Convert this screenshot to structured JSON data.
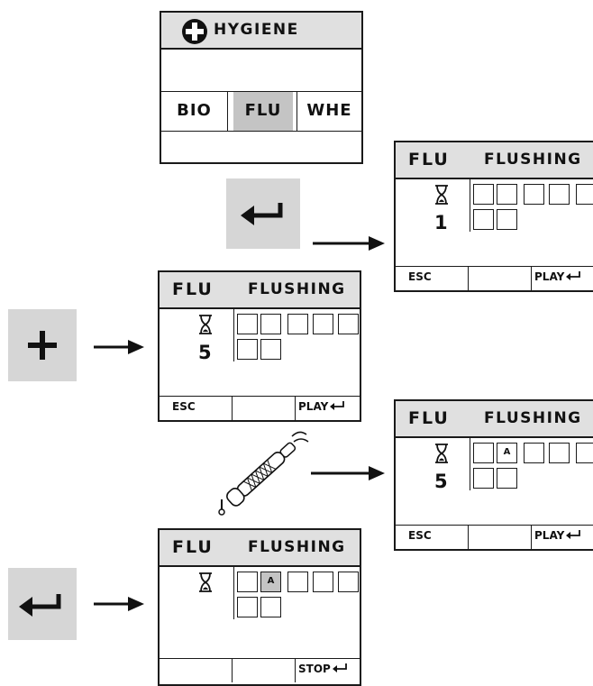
{
  "menu": {
    "title": "HYGIENE",
    "tabs": [
      "BIO",
      "FLU",
      "WHE"
    ],
    "selected_tab": "FLU"
  },
  "flushing_screens": [
    {
      "code": "FLU",
      "title": "FLUSHING",
      "counter": "1",
      "esc": "ESC",
      "action": "PLAY",
      "active_cell_label": ""
    },
    {
      "code": "FLU",
      "title": "FLUSHING",
      "counter": "5",
      "esc": "ESC",
      "action": "PLAY",
      "active_cell_label": ""
    },
    {
      "code": "FLU",
      "title": "FLUSHING",
      "counter": "5",
      "esc": "ESC",
      "action": "PLAY",
      "active_cell_label": "A"
    },
    {
      "code": "FLU",
      "title": "FLUSHING",
      "counter": "",
      "esc": "",
      "action": "STOP",
      "active_cell_label": "A"
    }
  ],
  "icons": {
    "plus_key": "plus-icon",
    "enter_key": "enter-arrow-icon",
    "handpiece": "dental-handpiece-icon",
    "hourglass": "hourglass-icon"
  },
  "colors": {
    "key_background": "#d6d6d6",
    "highlight": "#c4c4c4",
    "header_background": "#e0e0e0"
  }
}
